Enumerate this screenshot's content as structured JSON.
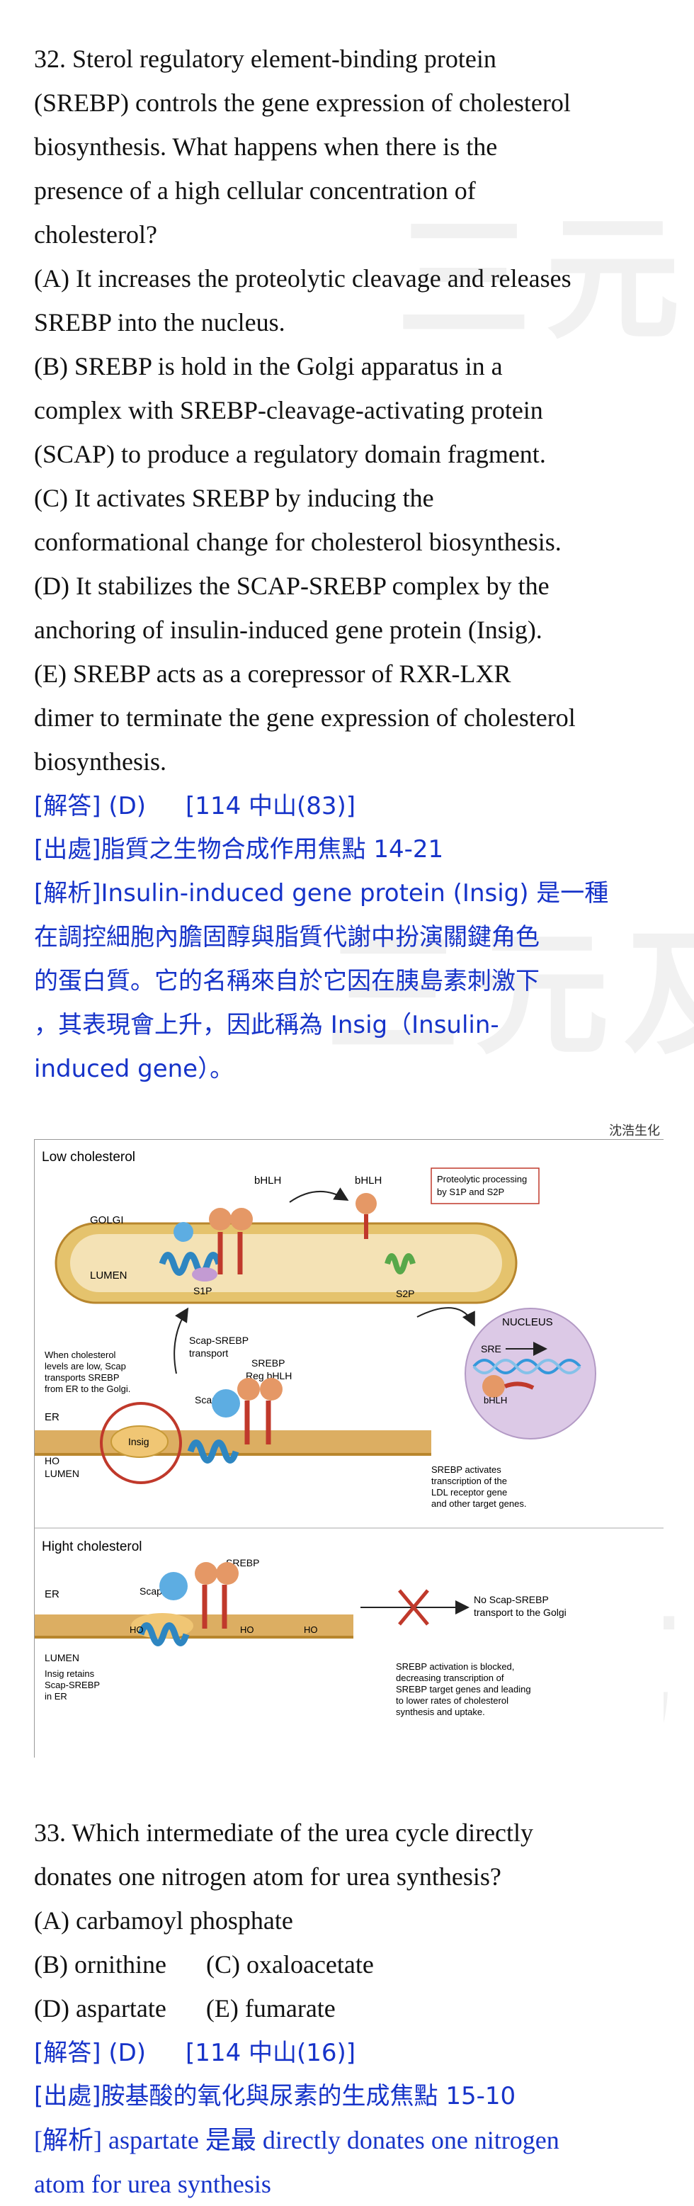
{
  "watermarks": [
    "三元及第",
    "三元及第",
    "三元及第"
  ],
  "q32": {
    "lines": [
      "32. Sterol regulatory element-binding protein",
      "(SREBP) controls the gene expression of cholesterol",
      "biosynthesis. What happens when there is the",
      "presence of a high cellular concentration of",
      "cholesterol?",
      "(A) It increases the proteolytic cleavage and releases",
      "SREBP into the nucleus.",
      "(B) SREBP is hold in the Golgi apparatus in a",
      "complex with SREBP-cleavage-activating protein",
      "(SCAP) to produce a regulatory domain fragment.",
      "(C) It activates SREBP by inducing the",
      "conformational change for cholesterol biosynthesis.",
      "(D) It stabilizes the SCAP-SREBP complex by the",
      "anchoring of insulin-induced gene protein (Insig).",
      "(E) SREBP acts as a corepressor of RXR-LXR",
      "dimer to terminate the gene expression of cholesterol",
      "biosynthesis."
    ],
    "answer_label": "[解答] (D)",
    "answer_source": "[114 中山(83)]",
    "origin": "[出處]脂質之生物合成作用焦點 14-21",
    "analysis": [
      "[解析]Insulin-induced gene protein (Insig)  是一種",
      "在調控細胞內膽固醇與脂質代謝中扮演關鍵角色",
      "的蛋白質。它的名稱來自於它因在胰島素刺激下",
      "，其表現會上升，因此稱為  Insig（Insulin-",
      "induced gene）。"
    ]
  },
  "figure": {
    "credit": "沈浩生化",
    "low_title": "Low cholesterol",
    "high_title": "Hight cholesterol",
    "golgi": "GOLGI",
    "lumen": "LUMEN",
    "s1p": "S1P",
    "s2p": "S2P",
    "bhlh_1": "bHLH",
    "bhlh_2": "bHLH",
    "bhlh_nucleus": "bHLH",
    "proteolytic_1": "Proteolytic processing",
    "proteolytic_2": "by S1P and S2P",
    "nucleus": "NUCLEUS",
    "sre": "SRE",
    "scap_transport_1": "Scap-SREBP",
    "scap_transport_2": "transport",
    "note_low_1": "When cholesterol",
    "note_low_2": "levels are low, Scap",
    "note_low_3": "transports SREBP",
    "note_low_4": "from ER to the Golgi.",
    "srebp": "SREBP",
    "reg_bhlh": "Reg bHLH",
    "scap": "Scap",
    "er": "ER",
    "insig": "Insig",
    "ho": "HO",
    "activates_1": "SREBP activates",
    "activates_2": "transcription of the",
    "activates_3": "LDL receptor gene",
    "activates_4": "and other target genes.",
    "srebp_high": "SREBP",
    "scap_high": "Scap",
    "er_high": "ER",
    "lumen_high": "LUMEN",
    "ho_high": "HO",
    "no_transport_1": "No Scap-SREBP",
    "no_transport_2": "transport to the Golgi",
    "insig_retains_1": "Insig retains",
    "insig_retains_2": "Scap-SREBP",
    "insig_retains_3": "in ER",
    "blocked_1": "SREBP activation is blocked,",
    "blocked_2": "decreasing transcription of",
    "blocked_3": "SREBP target genes and leading",
    "blocked_4": "to lower rates of cholesterol",
    "blocked_5": "synthesis and uptake."
  },
  "q33": {
    "lines": [
      "33. Which intermediate of the urea cycle directly",
      "donates one nitrogen atom for urea synthesis?",
      "(A) carbamoyl phosphate"
    ],
    "option_b": "(B) ornithine",
    "option_c": "(C) oxaloacetate",
    "option_d": "(D) aspartate",
    "option_e": "(E) fumarate",
    "answer_label": "[解答] (D)",
    "answer_source": "[114 中山(16)]",
    "origin": "[出處]胺基酸的氧化與尿素的生成焦點 15-10",
    "analysis": [
      "[解析] aspartate 是最 directly donates one nitrogen",
      "atom for urea synthesis"
    ]
  }
}
